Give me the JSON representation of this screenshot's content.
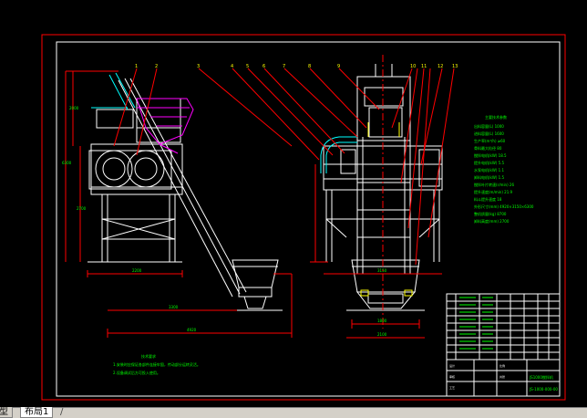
{
  "tabs": {
    "model_label": "型",
    "layout_label": "布局1",
    "more_label": "/"
  },
  "drawing": {
    "title_block_title": "JS1000搅拌机",
    "title_block_code": "JS-1000-000-00",
    "notes_title": "技术要求",
    "notes_lines": [
      "1.安装时应保证各部件连接牢固，传动部分运转灵活。",
      "2.设备调试后方可投入使用。"
    ],
    "spec_title": "主要技术参数",
    "spec_lines": [
      "出料容量(L)  1000",
      "进料容量(L)  1600",
      "生产率(m³/h)  ≥60",
      "骨料最大粒径  80",
      "搅拌电机(kW)  18.5",
      "提升电机(kW)  5.5",
      "水泵电机(kW)  1.1",
      "卸料电机(kW)  1.5",
      "搅拌叶片转速(r/min)  26",
      "提升速度(m/min)  21.9",
      "料斗提升速度  18",
      "外形尺寸(mm)  4920×3150×6300",
      "整机质量(kg)  8700",
      "卸料高度(mm)  2700"
    ],
    "callouts": [
      "1",
      "2",
      "3",
      "4",
      "5",
      "6",
      "7",
      "8",
      "9",
      "10",
      "11",
      "12",
      "13"
    ]
  },
  "colors": {
    "frame": "#ff0000",
    "border": "#ffffff",
    "geometry": "#ffffff",
    "leaders": "#ff0000",
    "dims": "#00ff00",
    "cyan": "#00ffff",
    "magenta": "#ff00ff",
    "yellow": "#ffff00"
  }
}
